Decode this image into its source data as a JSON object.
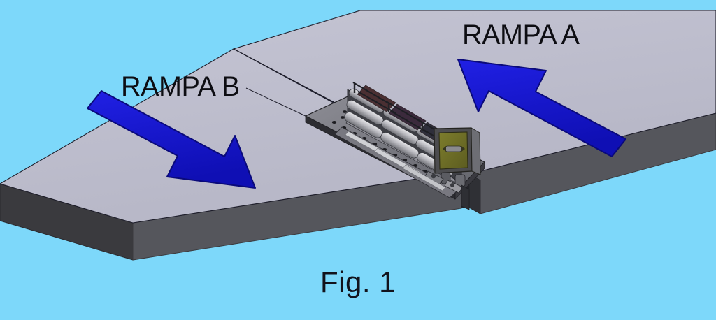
{
  "figure": {
    "caption": "Fig. 1",
    "background_color": "#7dd8fa",
    "ramp_top_color": "#bdbdcd",
    "ramp_edge_dark_color": "#3a3a3e",
    "ramp_edge_mid_color": "#55565c",
    "arrow_color": "#1414d2",
    "arrow_outline_color": "#0a0a7a",
    "label_color": "#0d0d12",
    "machine_body_color": "#9a9aa2",
    "machine_olive_color": "#6e6e28",
    "machine_dark_color": "#2c2c31"
  },
  "labels": {
    "ramp_a": "RAMPA A",
    "ramp_b": "RAMPA B"
  },
  "arrows": [
    {
      "name": "ramp-a-arrow",
      "label": "RAMPA A",
      "direction": "up-left",
      "color": "#1414d2"
    },
    {
      "name": "ramp-b-arrow",
      "label": "RAMPA B",
      "direction": "down-right",
      "color": "#1414d2"
    }
  ],
  "scene": {
    "ramp_b_name": "ramp-plate-b",
    "ramp_a_name": "ramp-plate-a",
    "machine_name": "roller-conveyor-machine",
    "seam_name": "ramp-joint-seam"
  },
  "icons": {
    "arrow_a": "arrow-up-left-icon",
    "arrow_b": "arrow-down-right-icon"
  }
}
